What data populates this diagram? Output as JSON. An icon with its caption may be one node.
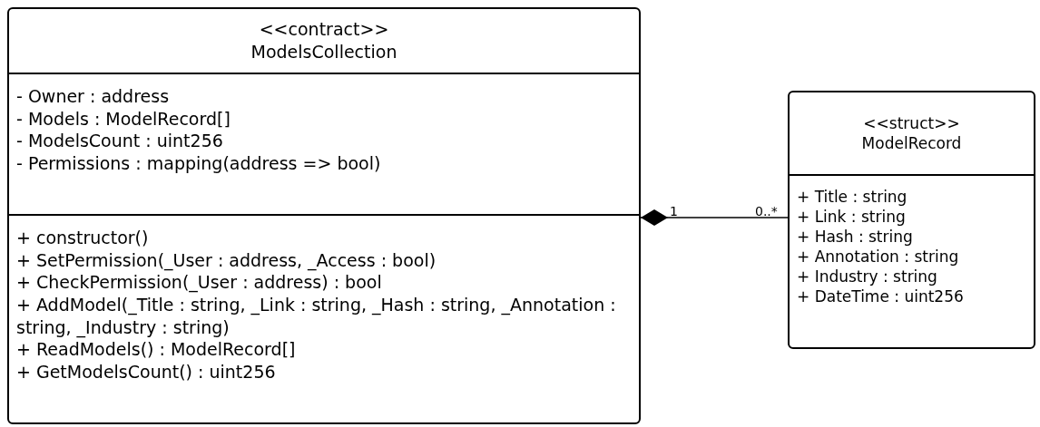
{
  "diagram": {
    "nodes": [
      {
        "text": [
          "<<contract>>",
          "ModelsCollection"
        ]
      },
      {
        "text": [
          "- Owner : address",
          "- Models : ModelRecord[]",
          "- ModelsCount : uint256",
          "- Permissions : mapping(address => bool)"
        ],
        "in": 0
      },
      {
        "text": [
          "+ constructor()",
          "+ SetPermission(_User : address, _Access : bool)",
          "+ CheckPermission(_User : address) : bool",
          "+ AddModel(_Title : string, _Link : string, _Hash : string, _Annotation : string, _Industry : string)",
          "+ ReadModels() : ModelRecord[]",
          "+ GetModelsCount() : uint256"
        ],
        "in": 0
      },
      {
        "text": [
          "<<struct>>",
          "ModelRecord"
        ]
      },
      {
        "text": [
          "+ Title : string",
          "+ Link : string",
          "+ Hash : string",
          "+ Annotation : string",
          "+ Industry : string",
          "+ DateTime : uint256"
        ],
        "in": 3
      }
    ],
    "edges": [
      {
        "from": 3,
        "to": 0,
        "arrow": "other"
      }
    ],
    "labels": [
      "1",
      "0..*"
    ]
  }
}
